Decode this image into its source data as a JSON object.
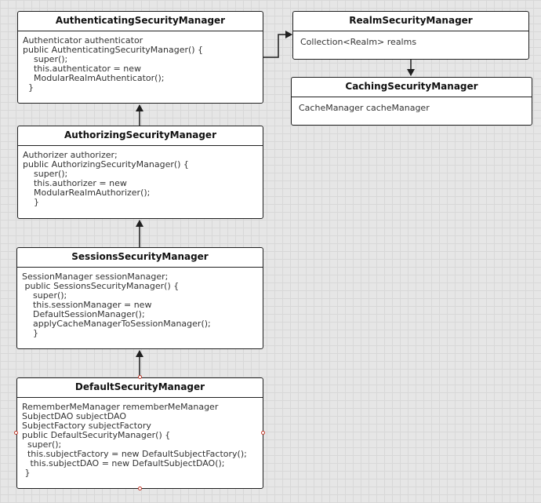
{
  "classes": {
    "authenticating": {
      "title": "AuthenticatingSecurityManager",
      "lines": [
        "Authenticator authenticator",
        "public AuthenticatingSecurityManager() {",
        "    super();",
        "    this.authenticator = new",
        "    ModularRealmAuthenticator();",
        "  }"
      ]
    },
    "realm": {
      "title": "RealmSecurityManager",
      "lines": [
        "Collection<Realm> realms"
      ]
    },
    "caching": {
      "title": "CachingSecurityManager",
      "lines": [
        "CacheManager cacheManager"
      ]
    },
    "authorizing": {
      "title": "AuthorizingSecurityManager",
      "lines": [
        "Authorizer authorizer;",
        "public AuthorizingSecurityManager() {",
        "    super();",
        "    this.authorizer = new",
        "    ModularRealmAuthorizer();",
        "    }"
      ]
    },
    "sessions": {
      "title": "SessionsSecurityManager",
      "lines": [
        "SessionManager sessionManager;",
        " public SessionsSecurityManager() {",
        "    super();",
        "    this.sessionManager = new",
        "    DefaultSessionManager();",
        "    applyCacheManagerToSessionManager();",
        "    }"
      ]
    },
    "default": {
      "title": "DefaultSecurityManager",
      "lines": [
        "RememberMeManager rememberMeManager",
        "SubjectDAO subjectDAO",
        "SubjectFactory subjectFactory",
        "public DefaultSecurityManager() {",
        "  super();",
        "  this.subjectFactory = new DefaultSubjectFactory();",
        "   this.subjectDAO = new DefaultSubjectDAO();",
        " }"
      ]
    }
  },
  "edges": [
    {
      "from": "default",
      "to": "sessions",
      "kind": "inheritance"
    },
    {
      "from": "sessions",
      "to": "authorizing",
      "kind": "inheritance"
    },
    {
      "from": "authorizing",
      "to": "authenticating",
      "kind": "inheritance"
    },
    {
      "from": "authenticating",
      "to": "realm",
      "kind": "inheritance"
    },
    {
      "from": "realm",
      "to": "caching",
      "kind": "inheritance"
    }
  ],
  "colors": {
    "border": "#1f1f1f",
    "handle": "#c0392b",
    "background": "#e6e6e6"
  }
}
